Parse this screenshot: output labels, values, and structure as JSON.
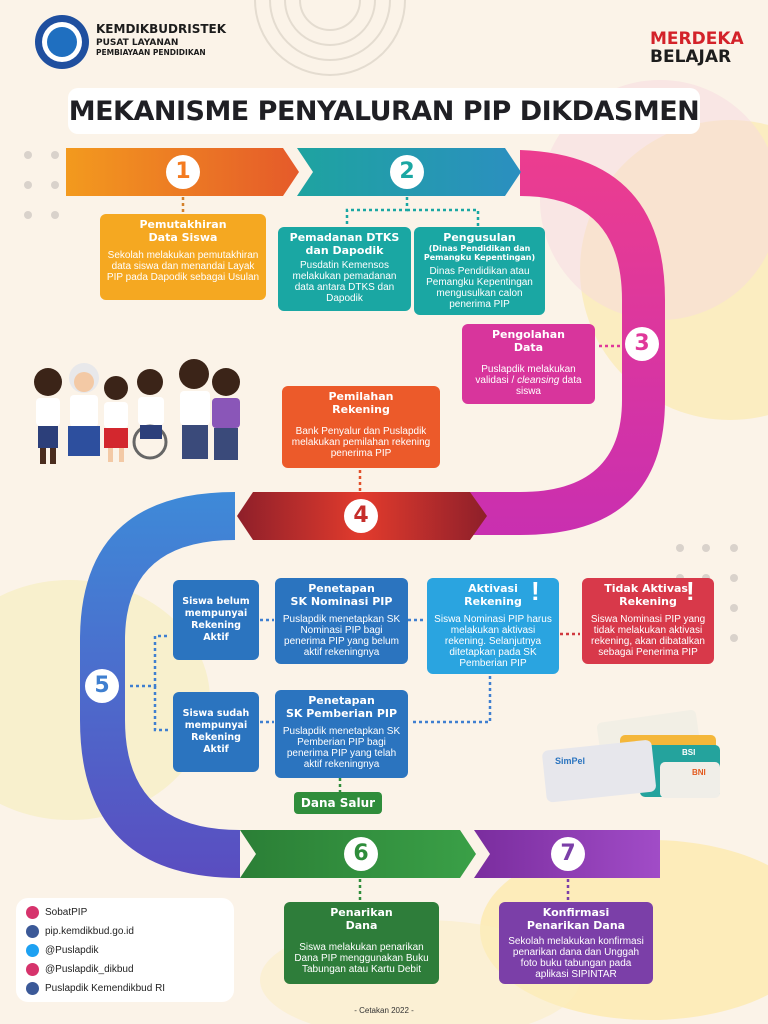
{
  "header": {
    "org_name": "KEMDIKBUDRISTEK",
    "org_sub1": "PUSAT LAYANAN",
    "org_sub2": "PEMBIAYAAN PENDIDIKAN",
    "brand_line1": "MERDEKA",
    "brand_line2": "BELAJAR",
    "title": "MEKANISME PENYALURAN PIP DIKDASMEN"
  },
  "steps": [
    "1",
    "2",
    "3",
    "4",
    "5",
    "6",
    "7"
  ],
  "cards": {
    "pemutakhiran": {
      "title1": "Pemutakhiran",
      "title2": "Data Siswa",
      "body": "Sekolah melakukan pemutakhiran data siswa dan menandai Layak PIP pada Dapodik sebagai Usulan"
    },
    "pemadanan": {
      "title1": "Pemadanan DTKS",
      "title2": "dan Dapodik",
      "body": "Pusdatin Kemensos melakukan pemadanan data antara DTKS dan Dapodik"
    },
    "pengusulan": {
      "title": "Pengusulan",
      "sub": "(Dinas Pendidikan dan Pemangku Kepentingan)",
      "body": "Dinas Pendidikan atau Pemangku Kepentingan mengusulkan calon penerima PIP"
    },
    "pengolahan": {
      "title1": "Pengolahan",
      "title2": "Data",
      "body_pre": "Puslapdik melakukan validasi / ",
      "body_em": "cleansing",
      "body_post": " data siswa"
    },
    "pemilahan": {
      "title1": "Pemilahan",
      "title2": "Rekening",
      "body": "Bank Penyalur dan Puslapdik melakukan pemilahan rekening penerima PIP"
    },
    "siswa_belum": {
      "label": "Siswa belum mempunyai Rekening Aktif"
    },
    "siswa_sudah": {
      "label": "Siswa sudah mempunyai Rekening Aktif"
    },
    "sk_nominasi": {
      "title1": "Penetapan",
      "title2": "SK Nominasi PIP",
      "body": "Puslapdik menetapkan SK Nominasi PIP bagi penerima PIP yang belum aktif rekeningnya"
    },
    "aktivasi": {
      "title1": "Aktivasi",
      "title2": "Rekening",
      "body": "Siswa Nominasi PIP harus melakukan aktivasi rekening. Selanjutnya ditetapkan pada SK Pemberian PIP"
    },
    "tidak_aktivasi": {
      "title1": "Tidak Aktivasi",
      "title2": "Rekening",
      "body": "Siswa Nominasi PIP yang tidak melakukan aktivasi rekening, akan dibatalkan sebagai Penerima PIP"
    },
    "sk_pemberian": {
      "title1": "Penetapan",
      "title2": "SK Pemberian PIP",
      "body": "Puslapdik menetapkan SK Pemberian PIP bagi penerima PIP yang telah aktif rekeningnya"
    },
    "dana_salur": {
      "label": "Dana Salur"
    },
    "penarikan": {
      "title1": "Penarikan",
      "title2": "Dana",
      "body": "Siswa melakukan penarikan Dana PIP menggunakan Buku Tabungan atau Kartu Debit"
    },
    "konfirmasi": {
      "title1": "Konfirmasi",
      "title2": "Penarikan Dana",
      "body": "Sekolah melakukan konfirmasi penarikan dana dan Unggah foto buku tabungan pada aplikasi SIPINTAR"
    }
  },
  "bank_cards": {
    "simpel": "SimPel",
    "bsi": "BSI",
    "bni": "BNI"
  },
  "social": [
    {
      "icon": "instagram-tiktok-icon",
      "label": "SobatPIP"
    },
    {
      "icon": "web-icon",
      "label": "pip.kemdikbud.go.id"
    },
    {
      "icon": "twitter-icon",
      "label": "@Puslapdik"
    },
    {
      "icon": "instagram-icon",
      "label": "@Puslapdik_dikbud"
    },
    {
      "icon": "facebook-youtube-icon",
      "label": "Puslapdik Kemendikbud RI"
    }
  ],
  "footer": "- Cetakan 2022 -",
  "colors": {
    "step1": "#f47b20",
    "step2": "#1aa7a3",
    "step3": "#e0389a",
    "step4": "#c62e2b",
    "step5": "#3f7fd0",
    "step6": "#2f8d3b",
    "step7": "#7b3fa8"
  }
}
